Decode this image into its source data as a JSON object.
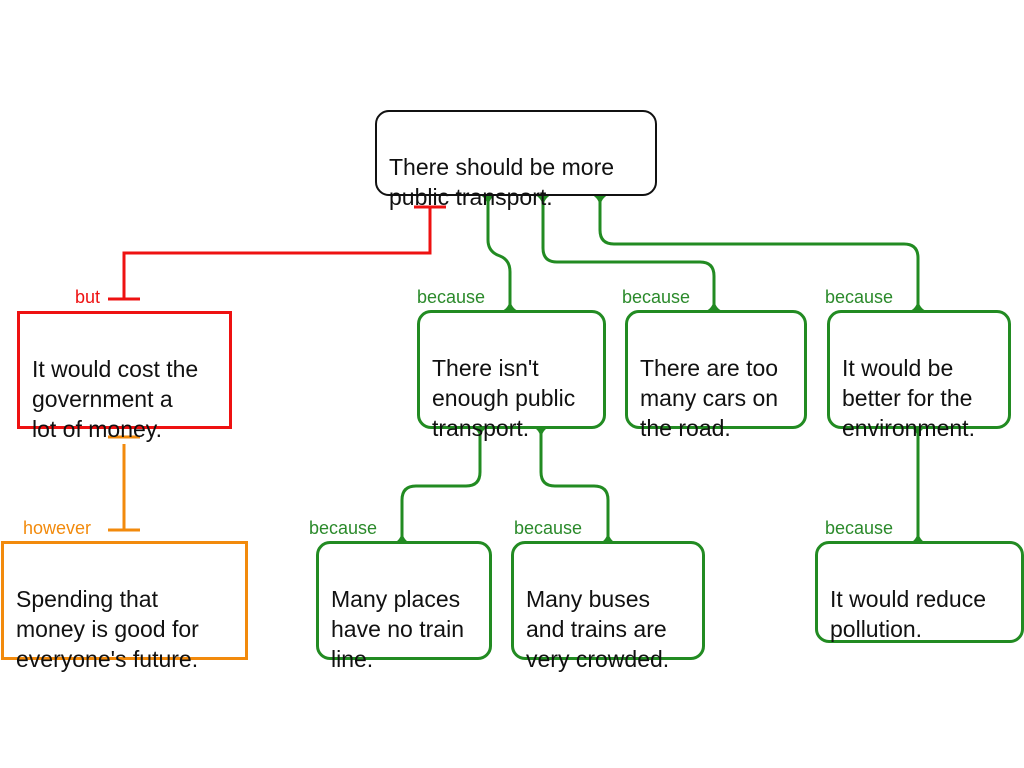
{
  "colors": {
    "support": "#228b22",
    "objection": "#ee1111",
    "rebuttal": "#f28a0c",
    "claim_border": "#111111"
  },
  "claim": {
    "text": "There should be more\npublic transport."
  },
  "objection": {
    "connector": "but",
    "text": "It would cost the\ngovernment a\nlot of money."
  },
  "rebuttal": {
    "connector": "however",
    "text": "Spending that\nmoney is good for\neveryone's  future."
  },
  "reasons": [
    {
      "connector": "because",
      "text": "There isn't\nenough public\ntransport."
    },
    {
      "connector": "because",
      "text": "There are too\nmany cars on\nthe road."
    },
    {
      "connector": "because",
      "text": "It would be\nbetter for the\nenvironment."
    }
  ],
  "sub_reasons": [
    {
      "connector": "because",
      "text": "Many places\nhave no train\nline."
    },
    {
      "connector": "because",
      "text": "Many buses\nand trains are\nvery crowded."
    },
    {
      "connector": "because",
      "text": "It would reduce\npollution."
    }
  ]
}
